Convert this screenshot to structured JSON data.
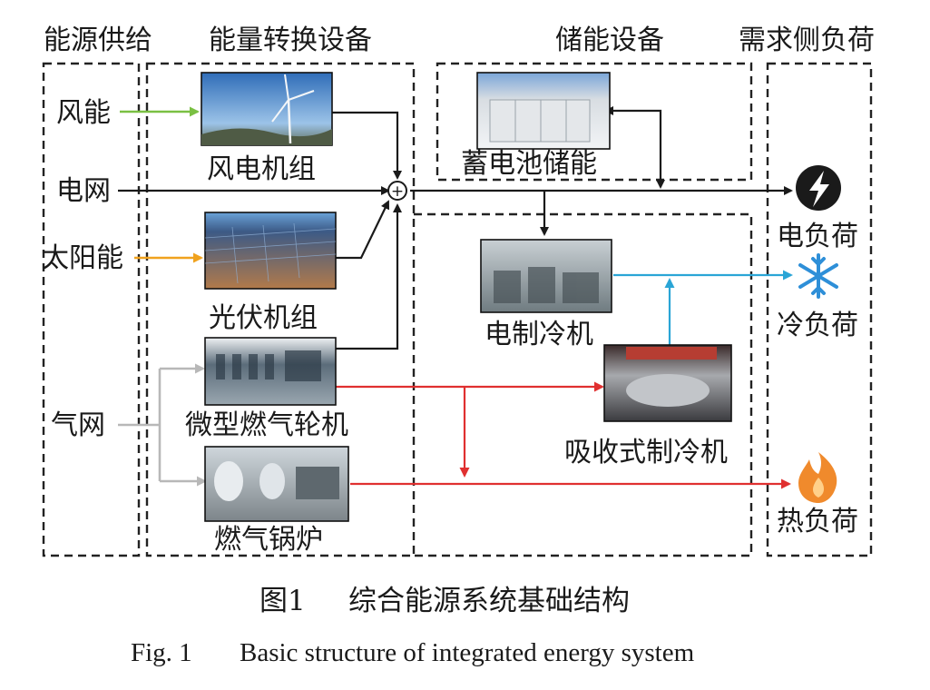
{
  "columns": {
    "supply": "能源供给",
    "conversion": "能量转换设备",
    "storage": "储能设备",
    "demand": "需求侧负荷"
  },
  "sources": {
    "wind": "风能",
    "grid": "电网",
    "solar": "太阳能",
    "gas": "气网"
  },
  "devices": {
    "wind_turbine": "风电机组",
    "pv": "光伏机组",
    "micro_turbine": "微型燃气轮机",
    "gas_boiler": "燃气锅炉",
    "battery": "蓄电池储能",
    "electric_chiller": "电制冷机",
    "absorption_chiller": "吸收式制冷机"
  },
  "loads": {
    "electric": "电负荷",
    "cooling": "冷负荷",
    "heat": "热负荷"
  },
  "bus_symbol": "+",
  "caption": {
    "cn_number": "图1",
    "cn_title": "综合能源系统基础结构",
    "en_number": "Fig. 1",
    "en_title": "Basic structure of integrated energy system"
  },
  "colors": {
    "wind_flow": "#7ac043",
    "solar_flow": "#f0a21e",
    "gas_flow": "#b8b8b8",
    "electric_flow": "#1a1a1a",
    "cooling_flow": "#2aa5d6",
    "heat_flow": "#e03030",
    "snowflake": "#2e8fd8",
    "flame": "#f08a2c"
  },
  "icons": {
    "electric_load": "lightning-bolt-icon",
    "cooling_load": "snowflake-icon",
    "heat_load": "flame-icon",
    "bus": "summing-junction-icon"
  }
}
